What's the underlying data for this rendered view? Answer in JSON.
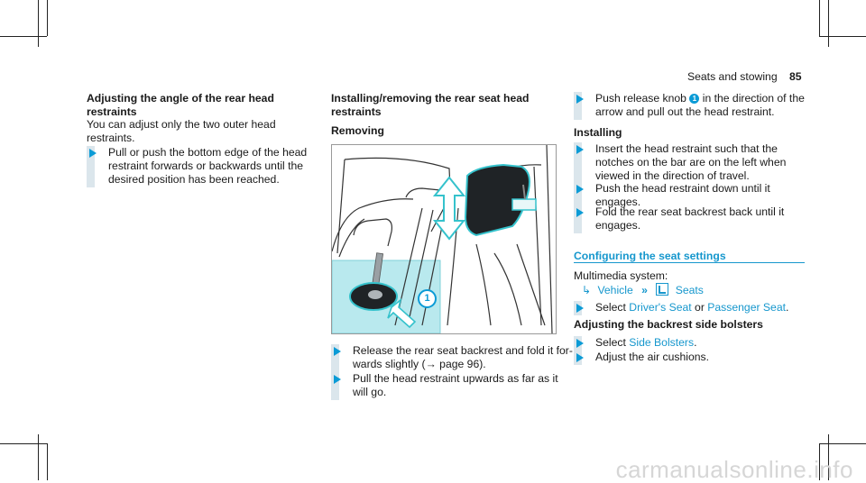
{
  "header": {
    "section": "Seats and stowing",
    "page_number": "85"
  },
  "col1": {
    "heading_line1": "Adjusting the angle of the rear head",
    "heading_line2": "restraints",
    "intro_line1": "You can adjust only the two outer head",
    "intro_line2": "restraints.",
    "step1_line1": "Pull or push the bottom edge of the head",
    "step1_line2": "restraint forwards or backwards until the",
    "step1_line3": "desired position has been reached."
  },
  "col2": {
    "heading_line1": "Installing/removing the rear seat head",
    "heading_line2": "restraints",
    "subheading": "Removing",
    "figure_callout": "1",
    "step1_line1": "Release the rear seat backrest and fold it for-",
    "step1_line2a": "wards slightly (",
    "step1_arrow": "→",
    "step1_line2b": " page 96).",
    "step2_line1": "Pull the head restraint upwards as far as it",
    "step2_line2": "will go."
  },
  "col3": {
    "step_a_line1a": "Push release knob ",
    "step_a_badge": "1",
    "step_a_line1b": " in the direction of the",
    "step_a_line2": "arrow and pull out the head restraint.",
    "installing": "Installing",
    "step_b_line1": "Insert the head restraint such that the",
    "step_b_line2": "notches on the bar are on the left when",
    "step_b_line3": "viewed in the direction of travel.",
    "step_c_line1": "Push the head restraint down until it",
    "step_c_line2": "engages.",
    "step_d_line1": "Fold the rear seat backrest back until it",
    "step_d_line2": "engages.",
    "config_heading": "Configuring the seat settings",
    "multimedia_label": "Multimedia system:",
    "nav_vehicle": "Vehicle",
    "nav_seats": "Seats",
    "select1_a": "Select ",
    "select1_driver": "Driver's Seat",
    "select1_or": " or ",
    "select1_passenger": "Passenger Seat",
    "select1_end": ".",
    "bolster_heading": "Adjusting the backrest side bolsters",
    "select2_a": "Select ",
    "select2_option": "Side Bolsters",
    "select2_end": ".",
    "adjust_air": "Adjust the air cushions."
  },
  "watermark": "carmanualsonline.info",
  "colors": {
    "accent": "#1697cd",
    "arrow": "#0b9bd6",
    "step_bar": "#dbe6ec",
    "figure_highlight": "#b9e9ee"
  }
}
